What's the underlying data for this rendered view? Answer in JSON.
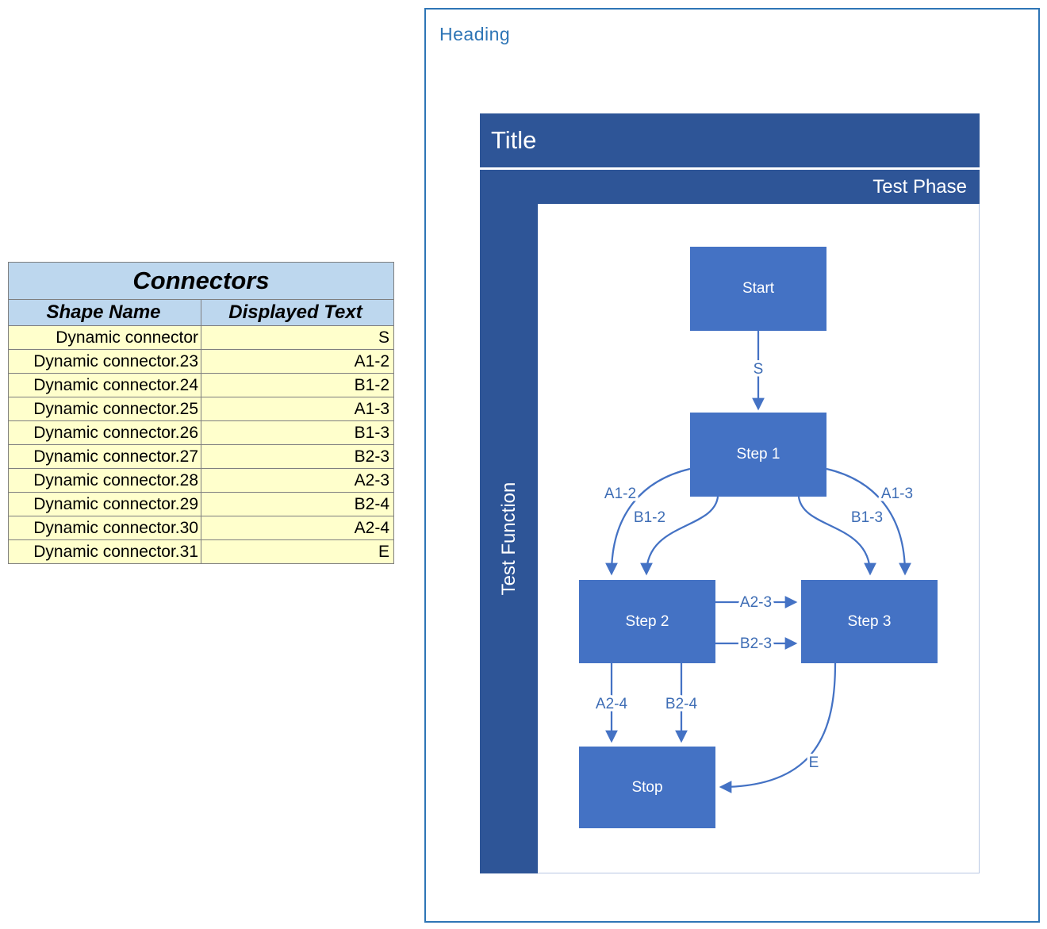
{
  "table": {
    "title": "Connectors",
    "columns": {
      "shape_name": "Shape Name",
      "displayed_text": "Displayed Text"
    },
    "rows": [
      {
        "shape_name": "Dynamic connector",
        "displayed_text": "S"
      },
      {
        "shape_name": "Dynamic connector.23",
        "displayed_text": "A1-2"
      },
      {
        "shape_name": "Dynamic connector.24",
        "displayed_text": "B1-2"
      },
      {
        "shape_name": "Dynamic connector.25",
        "displayed_text": "A1-3"
      },
      {
        "shape_name": "Dynamic connector.26",
        "displayed_text": "B1-3"
      },
      {
        "shape_name": "Dynamic connector.27",
        "displayed_text": "B2-3"
      },
      {
        "shape_name": "Dynamic connector.28",
        "displayed_text": "A2-3"
      },
      {
        "shape_name": "Dynamic connector.29",
        "displayed_text": "B2-4"
      },
      {
        "shape_name": "Dynamic connector.30",
        "displayed_text": "A2-4"
      },
      {
        "shape_name": "Dynamic connector.31",
        "displayed_text": "E"
      }
    ]
  },
  "panel": {
    "heading": "Heading",
    "flowchart": {
      "title": "Title",
      "phase": "Test Phase",
      "function": "Test Function",
      "nodes": {
        "start": "Start",
        "step1": "Step 1",
        "step2": "Step 2",
        "step3": "Step 3",
        "stop": "Stop"
      },
      "connectors": {
        "s": "S",
        "a12": "A1-2",
        "b12": "B1-2",
        "a13": "A1-3",
        "b13": "B1-3",
        "a23": "A2-3",
        "b23": "B2-3",
        "a24": "A2-4",
        "b24": "B2-4",
        "e": "E"
      }
    }
  },
  "colors": {
    "band_blue": "#2E5597",
    "node_blue": "#4472C4",
    "heading_blue": "#2E75B6",
    "table_header_bg": "#BDD7EE",
    "table_row_bg": "#FFFFCC",
    "panel_border": "#2E75B6"
  }
}
